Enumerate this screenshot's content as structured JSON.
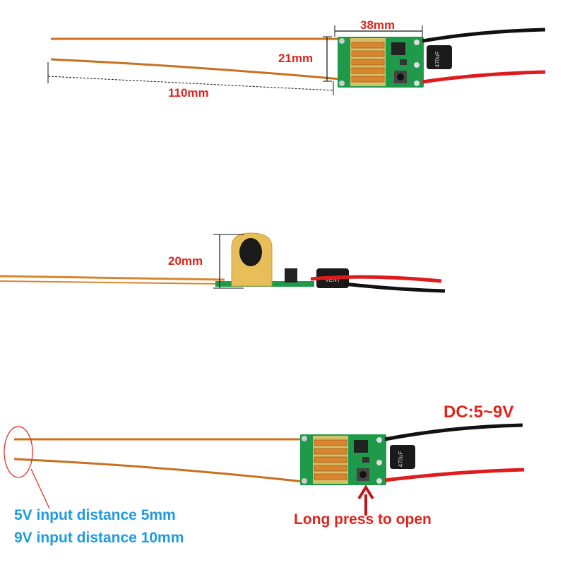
{
  "top_view": {
    "width_label": "38mm",
    "height_label": "21mm",
    "length_label": "110mm",
    "capacitor_text": "470uF"
  },
  "side_view": {
    "height_label": "20mm",
    "capacitor_text": "VENT"
  },
  "bottom_view": {
    "voltage_label": "DC:5~9V",
    "distance_note_5v": "5V input distance 5mm",
    "distance_note_9v": "9V input distance 10mm",
    "button_note": "Long press to open",
    "capacitor_text": "470uF"
  },
  "colors": {
    "label_red": "#e0241b",
    "label_blue": "#1e9be0",
    "pcb_green": "#1f9a4a",
    "copper": "#d7862f"
  }
}
